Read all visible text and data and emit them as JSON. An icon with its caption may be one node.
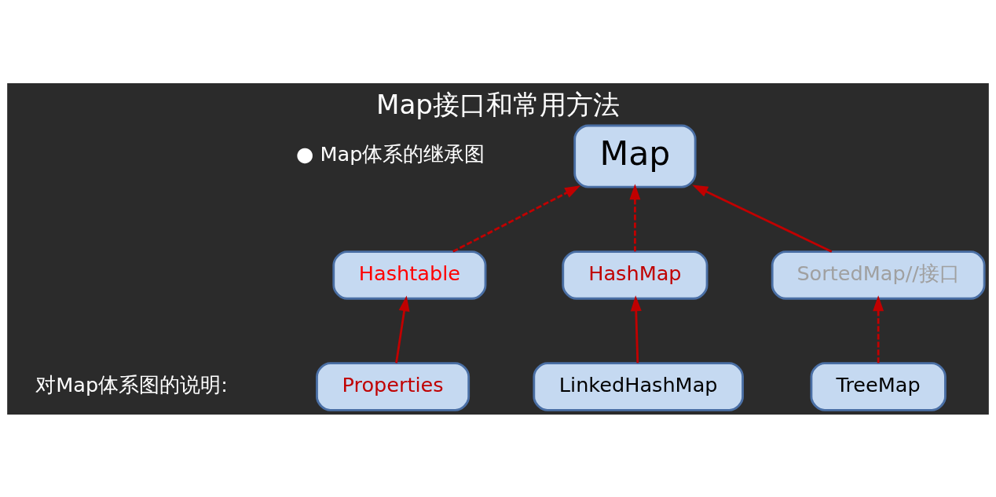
{
  "diagram": {
    "title": "Map接口和常用方法",
    "nodes": [
      {
        "text": [
          "Map"
        ]
      },
      {
        "text": [
          "Hashtable"
        ]
      },
      {
        "text": [
          "HashMap"
        ]
      },
      {
        "text": [
          "SortedMap//接口"
        ]
      },
      {
        "text": [
          "Properties"
        ]
      },
      {
        "text": [
          "LinkedHashMap"
        ]
      },
      {
        "text": [
          "TreeMap"
        ]
      }
    ],
    "edges": [
      {
        "from": 1,
        "to": 0,
        "arrow": "to",
        "style": "dashed"
      },
      {
        "from": 2,
        "to": 0,
        "arrow": "to",
        "style": "dashed"
      },
      {
        "from": 3,
        "to": 0,
        "arrow": "to"
      },
      {
        "from": 4,
        "to": 1,
        "arrow": "to"
      },
      {
        "from": 5,
        "to": 2,
        "arrow": "to"
      },
      {
        "from": 6,
        "to": 3,
        "arrow": "to",
        "style": "dashed"
      }
    ],
    "labels": [
      "● Map体系的继承图",
      "对Map体系图的说明:"
    ]
  }
}
